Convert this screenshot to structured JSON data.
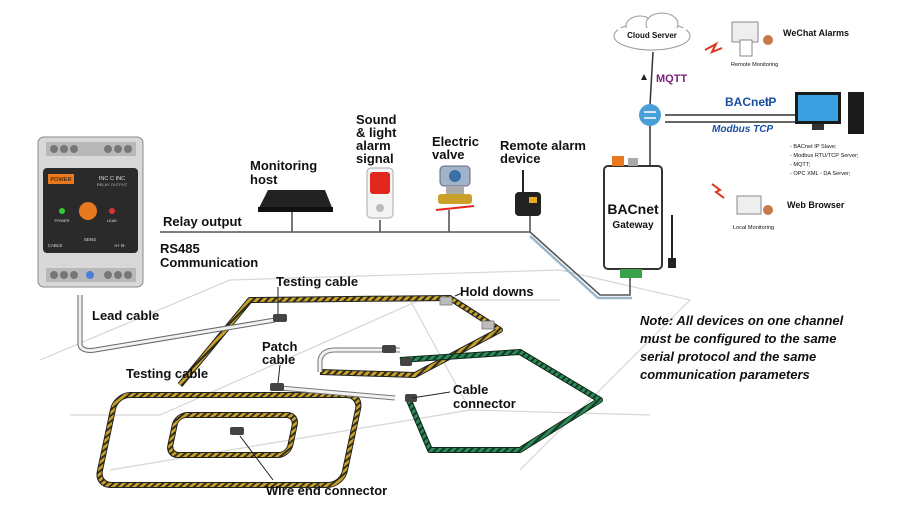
{
  "labels": {
    "monitoring_host": [
      "Monitoring",
      "host"
    ],
    "sound_light": [
      "Sound",
      "& light",
      "alarm",
      "signal"
    ],
    "electric_valve": [
      "Electric",
      "valve"
    ],
    "remote_alarm": [
      "Remote alarm",
      "device"
    ],
    "relay_output": "Relay output",
    "rs485": [
      "RS485",
      "Communication"
    ],
    "lead_cable": "Lead cable",
    "testing_cable_top": "Testing cable",
    "hold_downs": "Hold downs",
    "patch_cable": [
      "Patch",
      "cable"
    ],
    "testing_cable_left": "Testing cable",
    "cable_connector": [
      "Cable",
      "connector"
    ],
    "wire_end_connector": "Wire end connector"
  },
  "network": {
    "cloud_server": "Cloud Server",
    "mqtt": "MQTT",
    "wechat_alarms": "WeChat  Alarms",
    "remote_monitoring": "Remote Monitoring",
    "bacnet_ip": "BACnet",
    "bacnet_ip_suffix": "IP",
    "modbus_tcp": "Modbus TCP",
    "web_browser": "Web Browser",
    "local_monitoring": "Local Monitoring",
    "protocol_list": [
      "- BACnet IP Slave;",
      "- Modbus RTU/TCP Server;",
      "- MQTT;",
      "- OPC XML - DA Server;"
    ]
  },
  "gateway": {
    "line1": "BACnet",
    "line2": "Gateway"
  },
  "controller": {
    "power_button": "POWER",
    "model": "INC C INC",
    "model_sub": "RELAY OUTPUT",
    "led_left": "POWER",
    "led_right": "LEAK",
    "cable": "CABLE",
    "sens": "SENS",
    "polarity": "A+   B-"
  },
  "note": [
    "Note:  All devices on one channel",
    "must be configured to the same",
    "serial protocol and the same",
    "communication parameters"
  ],
  "colors": {
    "accent_orange": "#e8791e",
    "gateway_green": "#3aa04a",
    "router_blue": "#4a9fd8",
    "sensor_green": "#1f6b45",
    "sensor_yellow": "#d9a826"
  }
}
